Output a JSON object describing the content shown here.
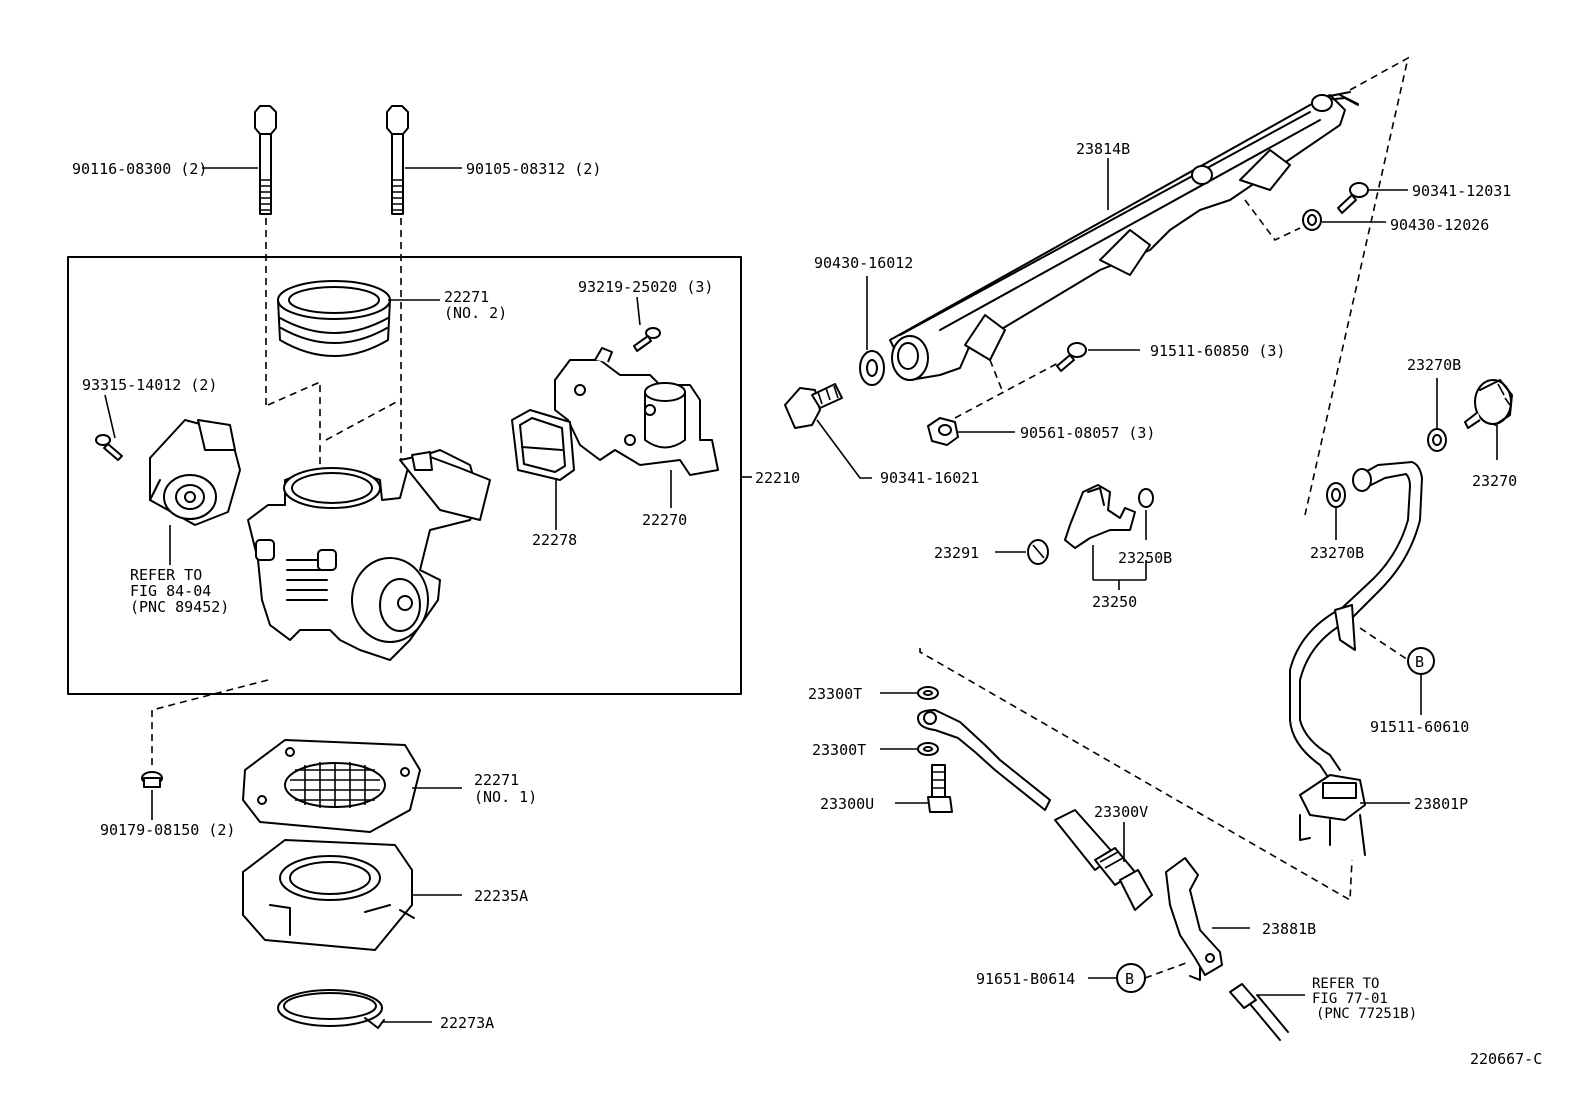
{
  "diagram_id": "220667-C",
  "labels": {
    "bolt_left": "90116-08300 (2)",
    "bolt_right": "90105-08312 (2)",
    "gasket_no2_num": "22271",
    "gasket_no2_sub": "(NO. 2)",
    "screw_isc": "93219-25020 (3)",
    "screw_sensor": "93315-14012 (2)",
    "refer_sensor_1": "REFER TO",
    "refer_sensor_2": "FIG 84-04",
    "refer_sensor_3": "(PNC 89452)",
    "gasket_isc": "22278",
    "isc_valve": "22270",
    "throttle_body_assy": "22210",
    "nut_bottom": "90179-08150 (2)",
    "gasket_no1_num": "22271",
    "gasket_no1_sub": "(NO. 1)",
    "adapter": "22235A",
    "ring": "22273A",
    "delivery_pipe": "23814B",
    "washer_pipe": "90430-16012",
    "union_bolt": "90341-16021",
    "bolt_delivery": "91511-60850 (3)",
    "spacer": "90561-08057 (3)",
    "bolt_top_right": "90341-12031",
    "washer_top_right": "90430-12026",
    "grommet": "23291",
    "oring": "23250B",
    "injector": "23250",
    "gasket_23270b_top": "23270B",
    "damper": "23270",
    "gasket_23270b_bottom": "23270B",
    "circle_b": "B",
    "bolt_b": "91511-60610",
    "clamp": "23801P",
    "gasket_t1": "23300T",
    "gasket_t2": "23300T",
    "union_u": "23300U",
    "hose_v": "23300V",
    "bracket": "23881B",
    "bolt_b_bottom": "91651-B0614",
    "refer_fuel_1": "REFER TO",
    "refer_fuel_2": "FIG 77-01",
    "refer_fuel_3": "(PNC 77251B)"
  }
}
